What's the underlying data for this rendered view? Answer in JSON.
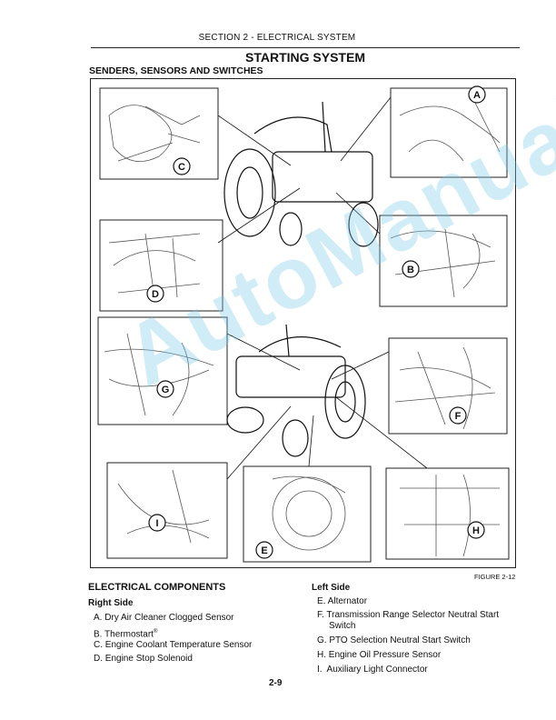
{
  "header": {
    "section": "SECTION 2 - ELECTRICAL SYSTEM",
    "title": "STARTING SYSTEM",
    "subtitle": "SENDERS, SENSORS AND SWITCHES"
  },
  "figure": {
    "caption": "FIGURE 2-12",
    "callouts": [
      "A",
      "B",
      "C",
      "D",
      "E",
      "F",
      "G",
      "H",
      "I"
    ]
  },
  "components": {
    "heading": "ELECTRICAL COMPONENTS",
    "right_side": {
      "label": "Right Side",
      "items": [
        "A. Dry Air Cleaner Clogged Sensor",
        "B. Thermostart",
        "C. Engine Coolant Temperature Sensor",
        "D. Engine Stop Solenoid"
      ],
      "registered_mark": "®"
    },
    "left_side": {
      "label": "Left Side",
      "items": [
        "E. Alternator",
        "F. Transmission Range Selector Neutral Start",
        "Switch",
        "G. PTO Selection Neutral Start Switch",
        "H. Engine Oil Pressure Sensor",
        "I.  Auxiliary Light Connector"
      ]
    }
  },
  "footer": {
    "page_number": "2-9"
  },
  "watermark": {
    "text": "AutoManual"
  }
}
